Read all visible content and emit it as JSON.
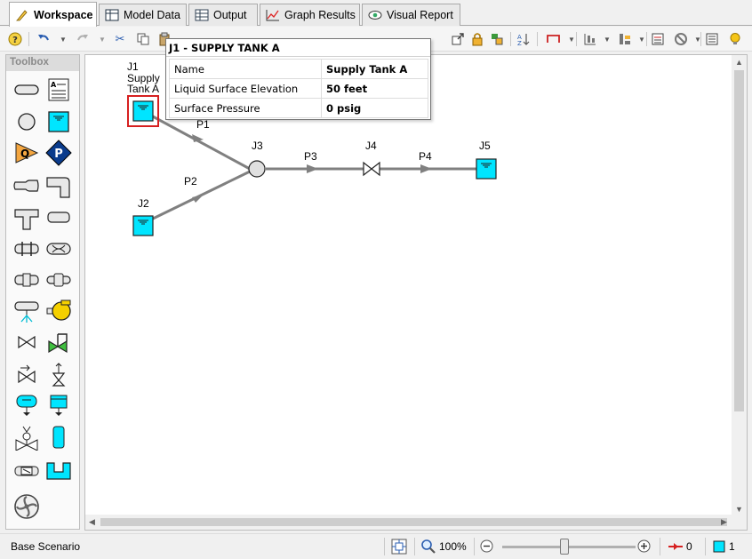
{
  "tabs": [
    {
      "label": "Workspace",
      "icon": "pencil-icon",
      "active": true
    },
    {
      "label": "Model Data",
      "icon": "table-icon"
    },
    {
      "label": "Output",
      "icon": "grid-icon"
    },
    {
      "label": "Graph Results",
      "icon": "graph-icon"
    },
    {
      "label": "Visual Report",
      "icon": "eye-icon"
    }
  ],
  "toolbox": {
    "title": "Toolbox"
  },
  "diagram": {
    "j1": {
      "id": "J1",
      "name_line1": "Supply",
      "name_line2": "Tank A"
    },
    "j2": {
      "id": "J2"
    },
    "j3": {
      "id": "J3"
    },
    "j4": {
      "id": "J4"
    },
    "j5": {
      "id": "J5"
    },
    "p1": "P1",
    "p2": "P2",
    "p3": "P3",
    "p4": "P4"
  },
  "tooltip": {
    "title": "J1 - SUPPLY TANK A",
    "rows": [
      {
        "label": "Name",
        "value": "Supply Tank A"
      },
      {
        "label": "Liquid Surface Elevation",
        "value": "50 feet"
      },
      {
        "label": "Surface Pressure",
        "value": "0 psig"
      }
    ]
  },
  "status": {
    "scenario": "Base Scenario",
    "zoom": "100%",
    "pipe_count": "0",
    "junction_count": "1"
  },
  "colors": {
    "tank_fill": "#00e5ff",
    "pipe": "#808080",
    "selection": "#d62020",
    "pump_blue": "#0a3b8c",
    "accent_orange": "#f4a640"
  }
}
